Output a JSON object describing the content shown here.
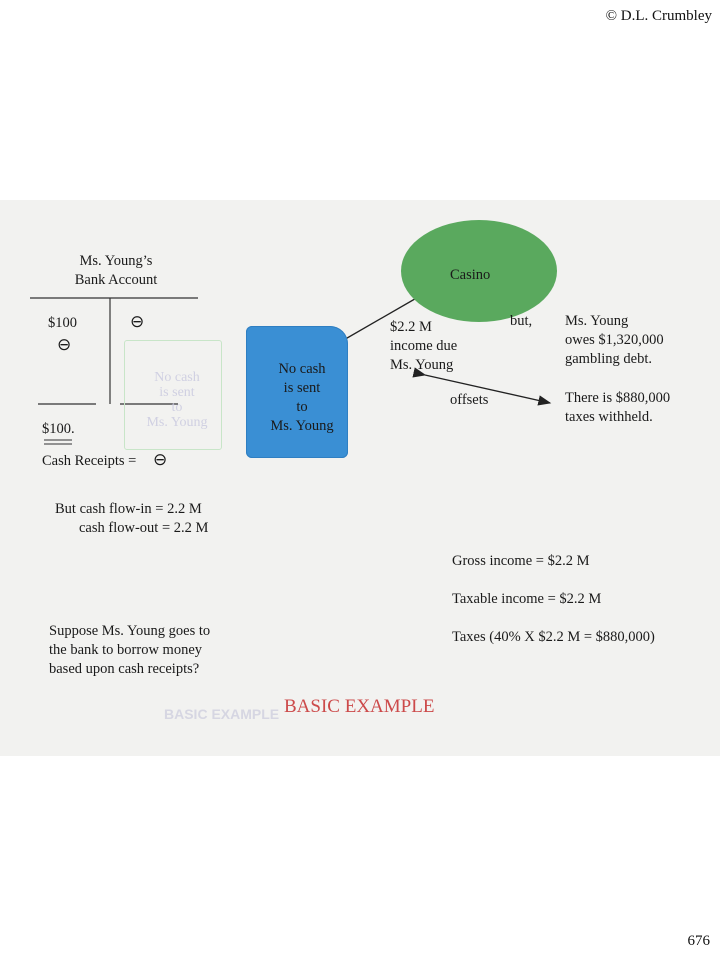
{
  "header": {
    "copyright": "© D.L. Crumbley"
  },
  "footer": {
    "page_number": "676"
  },
  "account": {
    "title_line1": "Ms. Young’s",
    "title_line2": "Bank Account",
    "debit_amount": "$100",
    "minus_symbol": "⊖",
    "balance": "$100.",
    "cash_receipts_label": "Cash Receipts ="
  },
  "cash_flow": {
    "line1": "But  cash flow-in = 2.2 M",
    "line2": "cash flow-out = 2.2 M"
  },
  "question": {
    "line1": "Suppose Ms. Young goes to",
    "line2": "the bank to borrow money",
    "line3": "based upon cash receipts?"
  },
  "casino": {
    "label": "Casino"
  },
  "no_cash_box": {
    "line1": "No cash",
    "line2": "is sent",
    "line3": "to",
    "line4": "Ms. Young"
  },
  "ghost_box": {
    "line1": "No cash",
    "line2": "is sent",
    "line3": "to",
    "line4": "Ms. Young"
  },
  "income_due": {
    "line1": "$2.2 M",
    "line2": "income due",
    "line3": "Ms. Young"
  },
  "but_label": "but,",
  "debt": {
    "line1": "Ms. Young",
    "line2": "owes $1,320,000",
    "line3": "gambling debt."
  },
  "withheld": {
    "line1": "There is $880,000",
    "line2": "taxes withheld."
  },
  "offsets_label": "offsets",
  "income_summary": {
    "gross": "Gross income = $2.2 M",
    "taxable": "Taxable income = $2.2 M",
    "taxes": "Taxes (40% X $2.2 M = $880,000)"
  },
  "basic_example": "BASIC EXAMPLE",
  "ghost_example": "BASIC EXAMPLE",
  "colors": {
    "casino": "#5aa95e",
    "no_cash_box": "#3a8fd4",
    "basic_example": "#cc4a4a"
  }
}
